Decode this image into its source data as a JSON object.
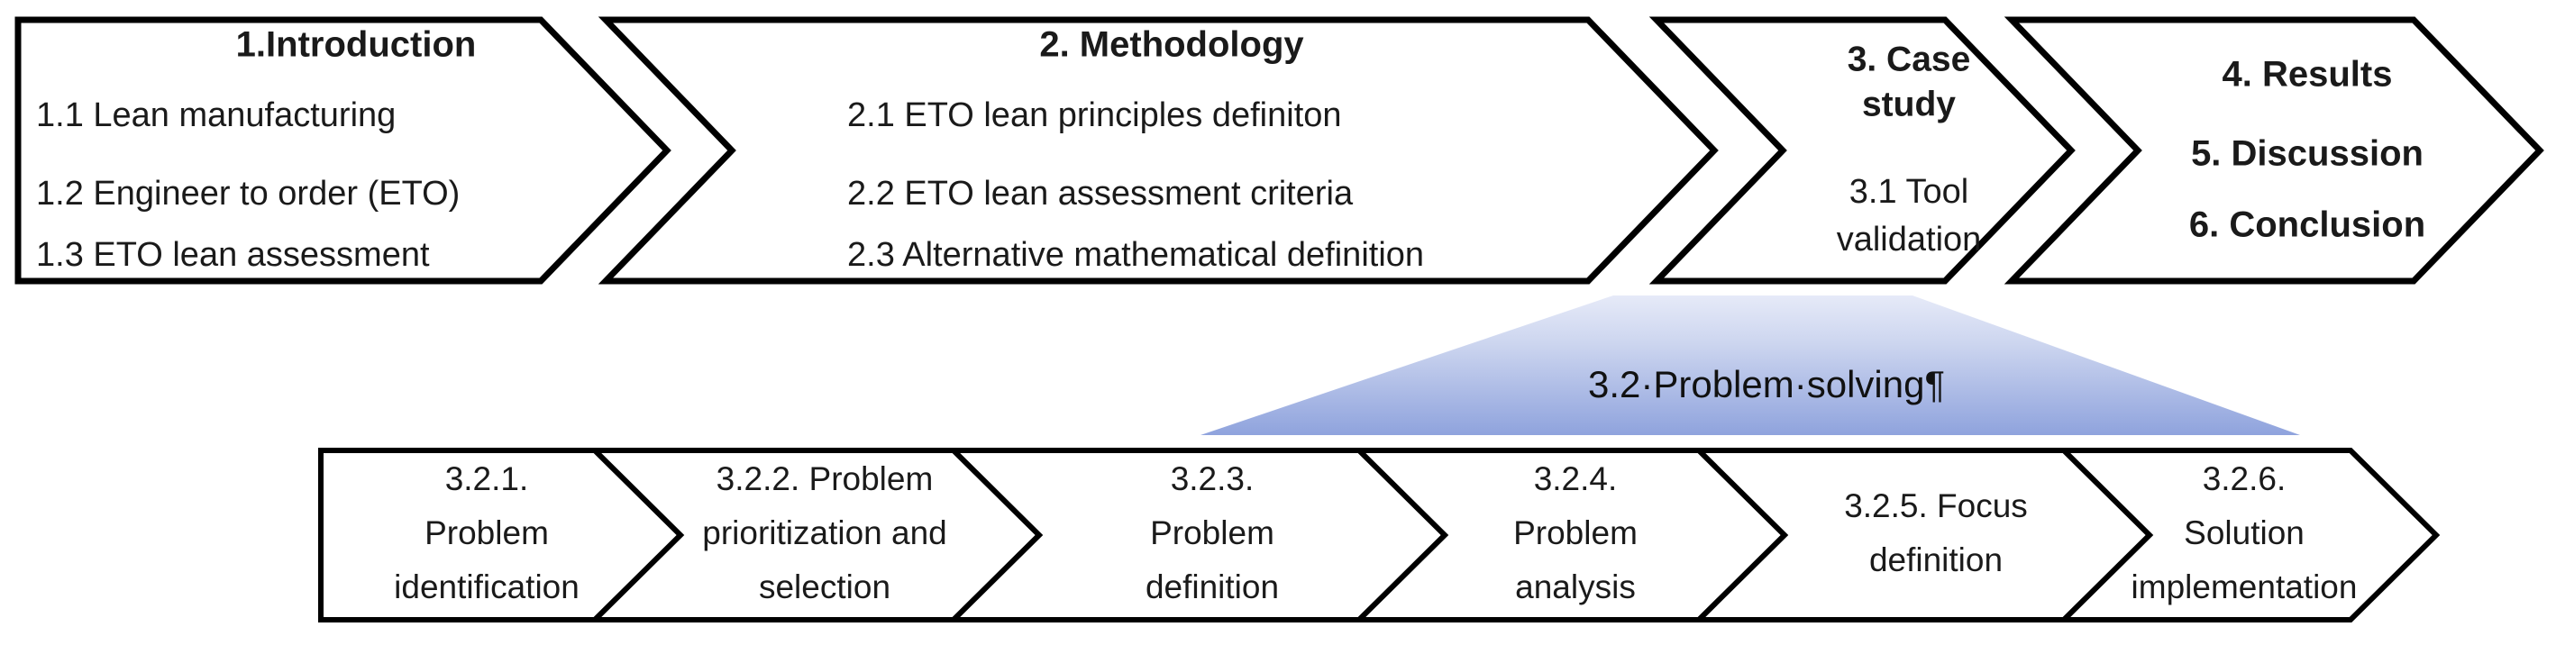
{
  "diagram": {
    "title": "Paper structure process flow",
    "colors": {
      "outline": "#000000",
      "fill": "#ffffff",
      "text": "#1a1a1a",
      "banner_gradient_top": "#dfe4f6",
      "banner_gradient_bottom": "#8fa3dd"
    },
    "top_row": {
      "blocks": [
        {
          "id": "introduction",
          "heading": "1.Introduction",
          "items": [
            "1.1 Lean manufacturing",
            "1.2 Engineer to order (ETO)",
            "1.3 ETO lean assessment"
          ]
        },
        {
          "id": "methodology",
          "heading": "2. Methodology",
          "items": [
            "2.1 ETO lean principles definiton",
            "2.2 ETO lean assessment criteria",
            "2.3 Alternative mathematical definition"
          ]
        },
        {
          "id": "case-study",
          "heading_lines": [
            "3. Case",
            "study"
          ],
          "items_lines": [
            "3.1 Tool",
            "validation"
          ]
        },
        {
          "id": "results-discussion-conclusion",
          "lines": [
            "4. Results",
            "5. Discussion",
            "6. Conclusion"
          ]
        }
      ]
    },
    "banner": {
      "label": "3.2·Problem·solving¶"
    },
    "bottom_row": {
      "steps": [
        {
          "id": "3-2-1",
          "lines": [
            "3.2.1.",
            "Problem",
            "identification"
          ]
        },
        {
          "id": "3-2-2",
          "lines": [
            "3.2.2. Problem",
            "prioritization and",
            "selection"
          ]
        },
        {
          "id": "3-2-3",
          "lines": [
            "3.2.3.",
            "Problem",
            "definition"
          ]
        },
        {
          "id": "3-2-4",
          "lines": [
            "3.2.4.",
            "Problem",
            "analysis"
          ]
        },
        {
          "id": "3-2-5",
          "lines": [
            "3.2.5. Focus",
            "definition"
          ]
        },
        {
          "id": "3-2-6",
          "lines": [
            "3.2.6.",
            "Solution",
            "implementation"
          ]
        }
      ]
    }
  }
}
